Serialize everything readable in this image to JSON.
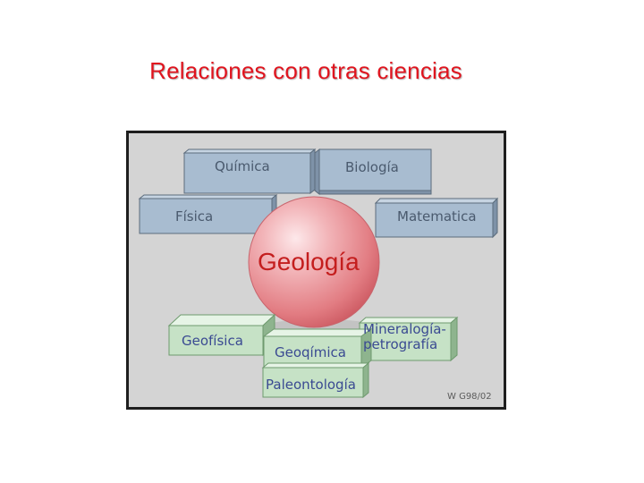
{
  "slide": {
    "title": "Relaciones con otras ciencias"
  },
  "diagram": {
    "center": "Geología",
    "upper_boxes": {
      "quimica": "Química",
      "biologia": "Biología",
      "fisica": "Física",
      "matematica": "Matematica"
    },
    "lower_boxes": {
      "geofisica": "Geofísica",
      "geoquimica": "Geoqímica",
      "mineralogia_line1": "Mineralogía-",
      "mineralogia_line2": "petrografía",
      "paleontologia": "Paleontología"
    },
    "figure_code": "W G98/02",
    "colors": {
      "background": "#d4d4d4",
      "upper_box_face": "#a8bcd0",
      "lower_box_face": "#c6e2c6",
      "sphere": "#e98a8e",
      "title": "#e0141e"
    }
  }
}
